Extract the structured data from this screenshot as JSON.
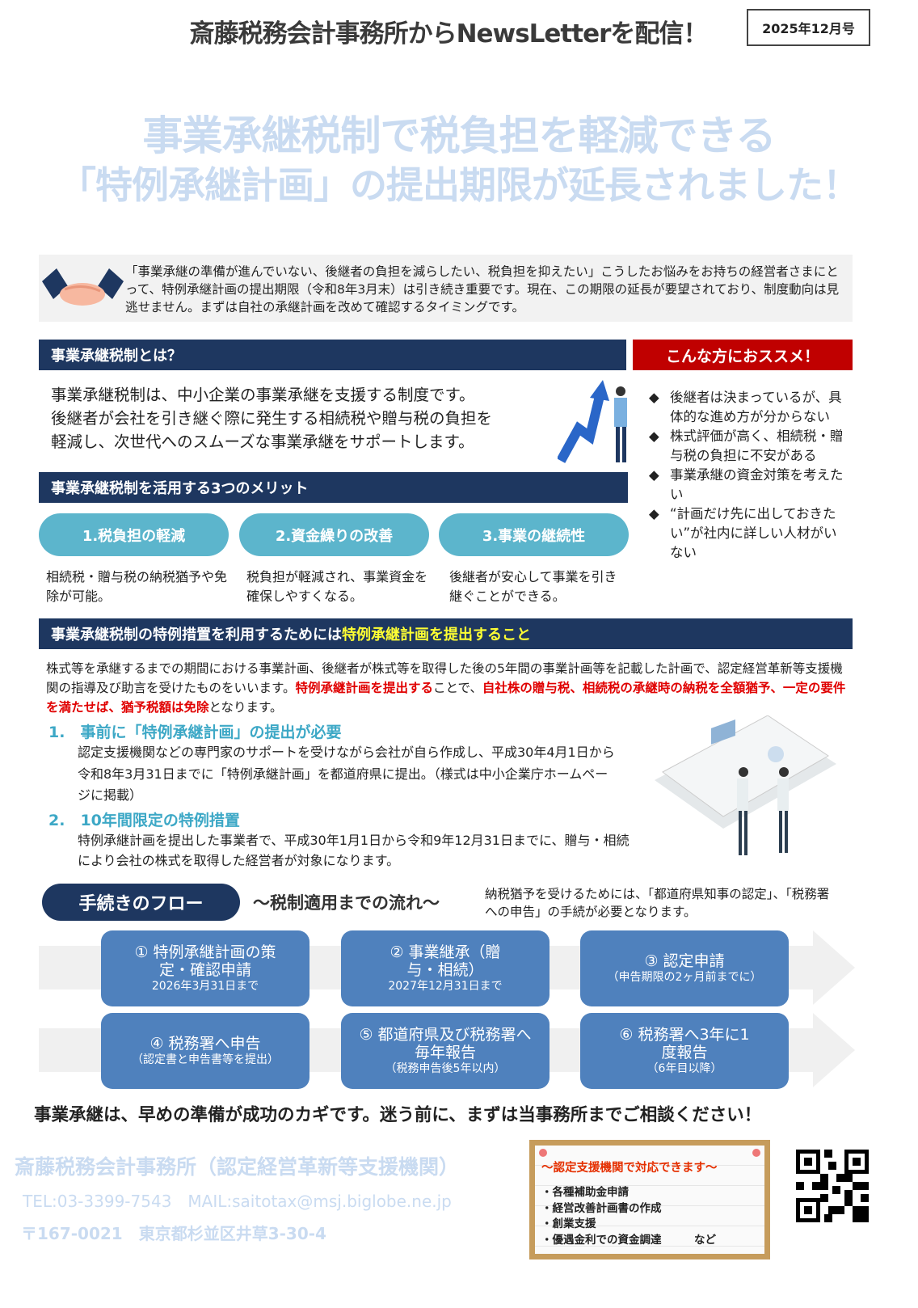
{
  "header": {
    "title": "斎藤税務会計事務所からNewsLetterを配信！",
    "issue": "2025年12月号"
  },
  "headline": {
    "line1": "事業承継税制で税負担を軽減できる",
    "line2": "「特例承継計画」の提出期限が延長されました！"
  },
  "intro": {
    "text": "「事業承継の準備が進んでいない、後継者の負担を減らしたい、税負担を抑えたい」こうしたお悩みをお持ちの経営者さまにとって、特例承継計画の提出期限（令和8年3月末）は引き続き重要です。現在、この期限の延長が要望されており、制度動向は見逃せません。まずは自社の承継計画を改めて確認するタイミングです。"
  },
  "about": {
    "heading": "事業承継税制とは？",
    "lines": [
      "事業承継税制は、中小企業の事業承継を支援する制度です。",
      "後継者が会社を引き継ぐ際に発生する相続税や贈与税の負担を",
      "軽減し、次世代へのスムーズな事業承継をサポートします。"
    ]
  },
  "recommend": {
    "heading": "こんな方におススメ！",
    "items": [
      "後継者は決まっているが、具体的な進め方が分からない",
      "株式評価が高く、相続税・贈与税の負担に不安がある",
      "事業承継の資金対策を考えたい",
      "“計画だけ先に出しておきたい”が社内に詳しい人材がいない"
    ]
  },
  "merits": {
    "heading": "事業承継税制を活用する3つのメリット",
    "items": [
      {
        "label": "1.税負担の軽減",
        "desc": "相続税・贈与税の納税猶予や免除が可能。"
      },
      {
        "label": "2.資金繰りの改善",
        "desc": "税負担が軽減され、事業資金を確保しやすくなる。"
      },
      {
        "label": "3.事業の継続性",
        "desc": "後継者が安心して事業を引き継ぐことができる。"
      }
    ]
  },
  "special": {
    "heading": "事業承継税制の特例措置を利用するためには",
    "heading_highlight": "特例承継計画を提出すること",
    "para_a": "株式等を承継するまでの期間における事業計画、後継者が株式等を取得した後の5年間の事業計画等を記載した計画で、認定経営革新等支援機関の指導及び助言を受けたものをいいます。",
    "para_red1": "特例承継計画を提出する",
    "para_b": "ことで、",
    "para_red2": "自社株の贈与税、相続税の承継時の納税を全額猶予、一定の要件を満たせば、猶予税額は免除",
    "para_c": "となります。",
    "points": [
      {
        "title": "1.　事前に「特例承継計画」の提出が必要",
        "body": "認定支援機関などの専門家のサポートを受けながら会社が自ら作成し、平成30年4月1日から令和8年3月31日までに「特例承継計画」を都道府県に提出。（様式は中小企業庁ホームページに掲載）"
      },
      {
        "title": "2.　10年間限定の特例措置",
        "body": "特例承継計画を提出した事業者で、平成30年1月1日から令和9年12月31日までに、贈与・相続により会社の株式を取得した経営者が対象になります。"
      }
    ]
  },
  "flow": {
    "label": "手続きのフロー",
    "subtitle": "〜税制適用までの流れ〜",
    "note": "納税猶予を受けるためには、「都道府県知事の認定」、「税務署への申告」の手続が必要となります。",
    "steps": [
      {
        "main": "① 特例承継計画の策定・確認申請",
        "sub": "2026年3月31日まで"
      },
      {
        "main": "② 事業継承（贈与・相続）",
        "sub": "2027年12月31日まで"
      },
      {
        "main": "③ 認定申請",
        "sub": "（申告期限の2ヶ月前までに）"
      },
      {
        "main": "④ 税務署へ申告",
        "sub": "（認定書と申告書等を提出）"
      },
      {
        "main": "⑤ 都道府県及び税務署へ毎年報告",
        "sub": "（税務申告後5年以内）"
      },
      {
        "main": "⑥ 税務署へ3年に1度報告",
        "sub": "（6年目以降）"
      }
    ]
  },
  "closing": "事業承継は、早めの準備が成功のカギです。迷う前に、まずは当事務所までご相談ください！",
  "footer": {
    "office": "斎藤税務会計事務所（認定経営革新等支援機関）",
    "contact": "TEL:03-3399-7543　MAIL:saitotax@msj.biglobe.ne.jp",
    "address": "〒167-0021　東京都杉並区井草3-30-4"
  },
  "board": {
    "title": "〜認定支援機関で対応できます〜",
    "items": [
      "・各種補助金申請",
      "・経営改善計画書の作成",
      "・創業支援",
      "・優遇金利での資金調達　　　など"
    ]
  },
  "colors": {
    "navy": "#1e3760",
    "red": "#c00000",
    "teal": "#5cb5cc",
    "box": "#4f81bd",
    "title": "#c9dbf1"
  }
}
